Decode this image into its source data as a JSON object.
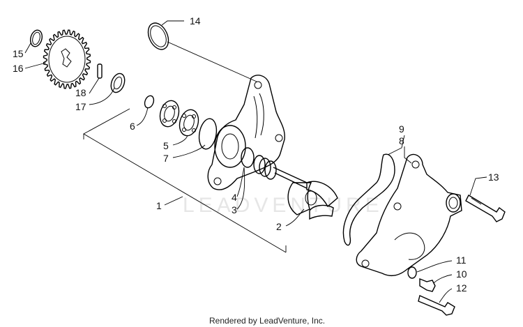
{
  "diagram": {
    "watermark": "LEADVENTURE",
    "footer": "Rendered by LeadVenture, Inc.",
    "callouts": [
      {
        "id": "c1",
        "label": "1"
      },
      {
        "id": "c2",
        "label": "2"
      },
      {
        "id": "c3",
        "label": "3"
      },
      {
        "id": "c4",
        "label": "4"
      },
      {
        "id": "c5",
        "label": "5"
      },
      {
        "id": "c6",
        "label": "6"
      },
      {
        "id": "c7",
        "label": "7"
      },
      {
        "id": "c8",
        "label": "8"
      },
      {
        "id": "c9",
        "label": "9"
      },
      {
        "id": "c10",
        "label": "10"
      },
      {
        "id": "c11",
        "label": "11"
      },
      {
        "id": "c12",
        "label": "12"
      },
      {
        "id": "c13",
        "label": "13"
      },
      {
        "id": "c14",
        "label": "14"
      },
      {
        "id": "c15",
        "label": "15"
      },
      {
        "id": "c16",
        "label": "16"
      },
      {
        "id": "c17",
        "label": "17"
      },
      {
        "id": "c18",
        "label": "18"
      }
    ]
  }
}
